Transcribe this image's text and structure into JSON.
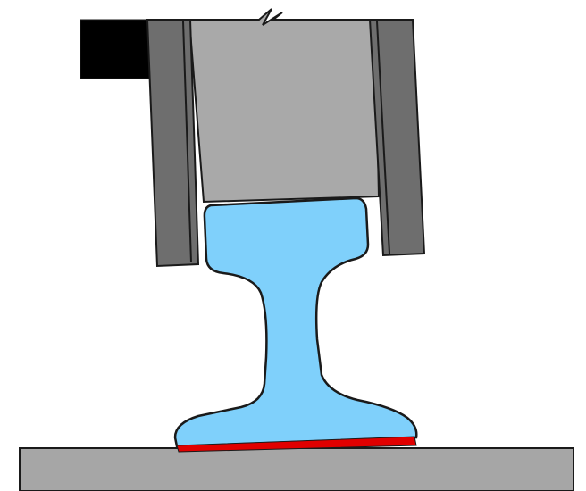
{
  "diagram": {
    "colors": {
      "background": "#ffffff",
      "clamp_block": "#000000",
      "jaw": "#6e6e6e",
      "housing": "#a9a9a9",
      "outline": "#1a1a1a",
      "rail": "#7fd0fb",
      "weld_strip": "#e00000",
      "base_plate": "#a6a6a6"
    },
    "components": [
      {
        "id": "clamp-block",
        "shape": "rectangle"
      },
      {
        "id": "upper-housing",
        "shape": "block with break mark"
      },
      {
        "id": "left-jaw",
        "shape": "tilted bar"
      },
      {
        "id": "right-jaw",
        "shape": "tilted bar"
      },
      {
        "id": "rail-section",
        "shape": "rail cross-section"
      },
      {
        "id": "weld-strip",
        "shape": "thin strip"
      },
      {
        "id": "base-plate",
        "shape": "rectangle"
      }
    ]
  }
}
